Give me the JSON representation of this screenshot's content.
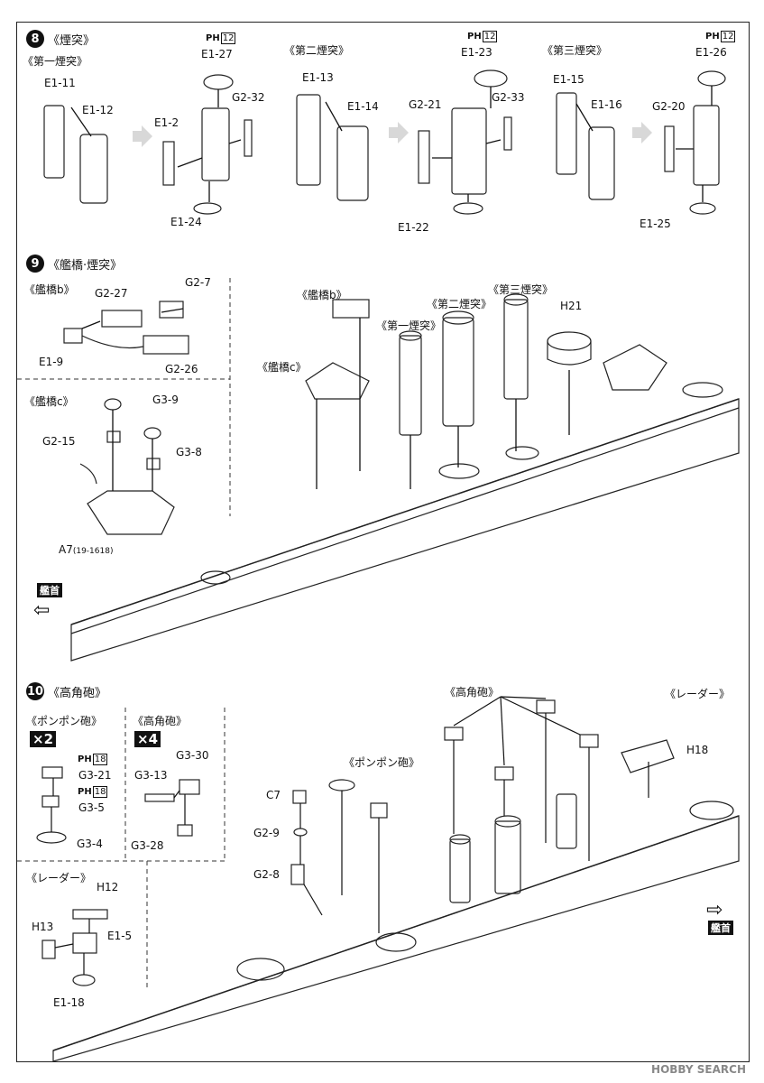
{
  "step8": {
    "num": "8",
    "title": "《煙突》",
    "sub1": "《第一煙突》",
    "sub2": "《第二煙突》",
    "sub3": "《第三煙突》",
    "parts1": [
      "E1-11",
      "E1-12",
      "E1-2",
      "E1-27",
      "G2-32",
      "E1-24"
    ],
    "parts2": [
      "E1-13",
      "E1-14",
      "G2-21",
      "E1-23",
      "G2-33",
      "E1-22"
    ],
    "parts3": [
      "E1-15",
      "E1-16",
      "G2-20",
      "E1-26",
      "E1-25"
    ],
    "ph": "PH",
    "ph_num": "12"
  },
  "step9": {
    "num": "9",
    "title": "《艦橋·煙突》",
    "bridge_b_title": "《艦橋b》",
    "bridge_b_parts": [
      "G2-27",
      "G2-7",
      "E1-9",
      "G2-26"
    ],
    "bridge_c_title": "《艦橋c》",
    "bridge_c_parts": [
      "G3-9",
      "G3-8",
      "G2-15"
    ],
    "a7": "A7",
    "a7_code": "(19-1618)",
    "ship_labels": [
      "《艦橋b》",
      "《艦橋c》",
      "《第一煙突》",
      "《第二煙突》",
      "《第三煙突》",
      "H21"
    ],
    "bow": "艦首"
  },
  "step10": {
    "num": "10",
    "title": "《高角砲》",
    "pompom_title": "《ポンポン砲》",
    "pompom_mult": "×2",
    "pompom_parts": [
      "G3-21",
      "G3-5",
      "G3-4"
    ],
    "ha_title": "《高角砲》",
    "ha_mult": "×4",
    "ha_parts": [
      "G3-30",
      "G3-13",
      "G3-28"
    ],
    "radar_title": "《レーダー》",
    "radar_parts": [
      "H12",
      "H13",
      "E1-5",
      "E1-18"
    ],
    "ship_labels": [
      "《高角砲》",
      "《レーダー》",
      "H18",
      "《ポンポン砲》",
      "C7",
      "G2-9",
      "G2-8"
    ],
    "ph": "PH",
    "ph_num": "18",
    "bow": "艦首"
  },
  "watermark": "HOBBY SEARCH"
}
